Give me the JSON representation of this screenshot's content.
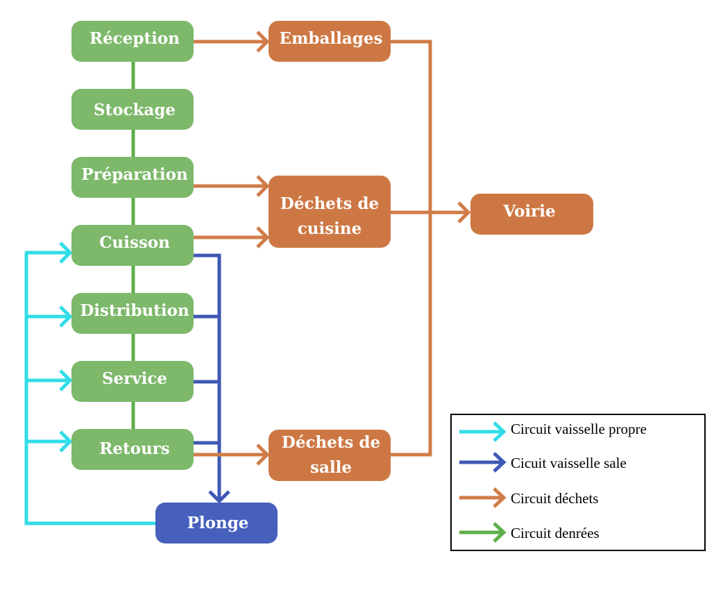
{
  "colors": {
    "green": "#7db86b",
    "green_line": "#5fae4a",
    "orange": "#cd7844",
    "orange_line": "#d07c48",
    "blue": "#4660bc",
    "blue_line": "#3f58b5",
    "cyan": "#31dde6"
  },
  "nodes": {
    "reception": "Réception",
    "stockage": "Stockage",
    "preparation": "Préparation",
    "cuisson": "Cuisson",
    "distribution": "Distribution",
    "service": "Service",
    "retours": "Retours",
    "emballages": "Emballages",
    "dechets_cuisine_1": "Déchets de",
    "dechets_cuisine_2": "cuisine",
    "dechets_salle_1": "Déchets de",
    "dechets_salle_2": "salle",
    "voirie": "Voirie",
    "plonge": "Plonge"
  },
  "legend": {
    "vaisselle_propre": "Circuit vaisselle propre",
    "vaisselle_sale": "Cicuit vaisselle sale",
    "dechets": "Circuit déchets",
    "denrees": "Circuit denrées"
  }
}
